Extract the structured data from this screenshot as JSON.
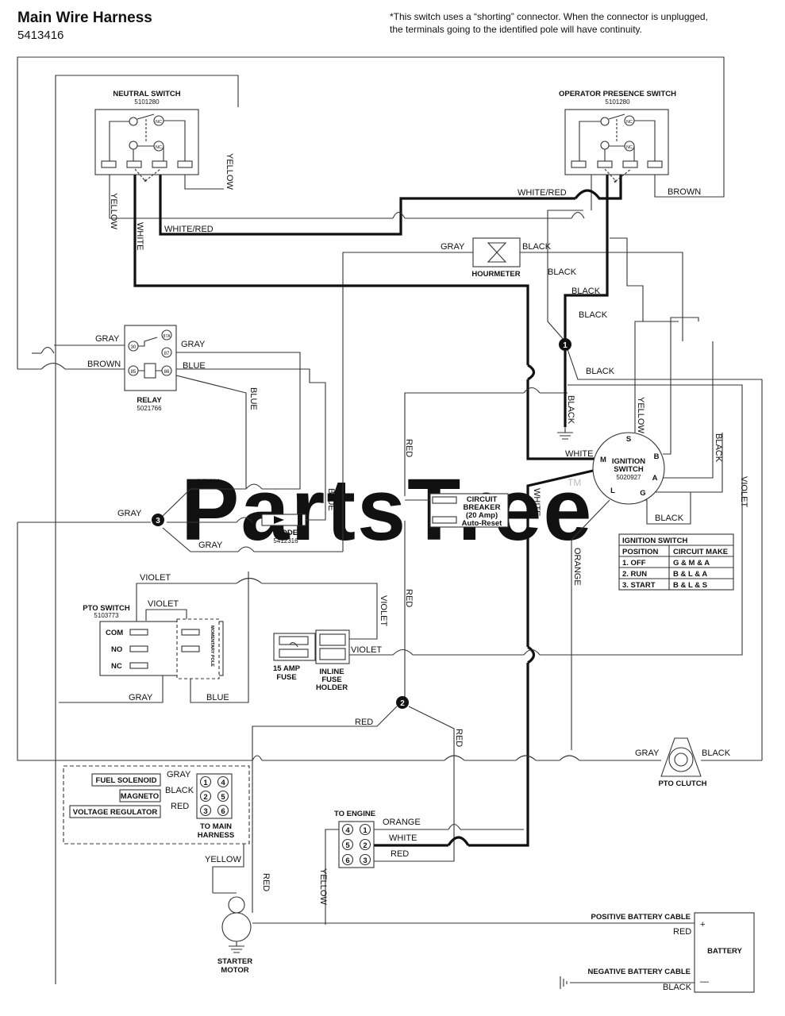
{
  "header": {
    "title": "Main Wire Harness",
    "part_number": "5413416",
    "note_line1": "*This switch uses a “shorting” connector. When the connector is unplugged,",
    "note_line2": "the terminals going to the identified pole will have continuity."
  },
  "watermark": {
    "text": "PartsTree",
    "tm": "TM"
  },
  "components": {
    "neutral_switch": {
      "name": "NEUTRAL SWITCH",
      "part": "5101280",
      "nc": "NC",
      "star": "*"
    },
    "operator_switch": {
      "name": "OPERATOR PRESENCE SWITCH",
      "part": "5101280",
      "nc": "NC",
      "star": "*"
    },
    "hourmeter": {
      "name": "HOURMETER"
    },
    "relay": {
      "name": "RELAY",
      "part": "5021766",
      "pins": [
        "30",
        "87A",
        "87",
        "85",
        "86"
      ]
    },
    "diode": {
      "name": "DIODE",
      "part": "5412316"
    },
    "circuit_breaker": {
      "line1": "CIRCUIT",
      "line2": "BREAKER",
      "line3": "(20 Amp)",
      "line4": "Auto-Reset"
    },
    "ignition_switch": {
      "line1": "IGNITION",
      "line2": "SWITCH",
      "part": "5020927",
      "terminals": {
        "s": "S",
        "m": "M",
        "b": "B",
        "a": "A",
        "l": "L",
        "g": "G"
      }
    },
    "pto_switch": {
      "name": "PTO SWITCH",
      "part": "5103773",
      "com": "COM",
      "no": "NO",
      "nc": "NC",
      "pole": "MOMENTARY POLE"
    },
    "fuse": {
      "line1": "15 AMP",
      "line2": "FUSE"
    },
    "inline_fuse": {
      "line1": "INLINE",
      "line2": "FUSE",
      "line3": "HOLDER"
    },
    "pto_clutch": {
      "name": "PTO CLUTCH"
    },
    "main_harness": {
      "fuel_solenoid": "FUEL SOLENOID",
      "magneto": "MAGNETO",
      "voltage_regulator": "VOLTAGE REGULATOR",
      "to_label1": "TO MAIN",
      "to_label2": "HARNESS",
      "pins": [
        "1",
        "4",
        "2",
        "5",
        "3",
        "6"
      ]
    },
    "engine": {
      "name": "TO ENGINE",
      "pins": [
        "4",
        "1",
        "5",
        "2",
        "6",
        "3"
      ]
    },
    "starter": {
      "line1": "STARTER",
      "line2": "MOTOR"
    },
    "battery": {
      "name": "BATTERY",
      "plus": "+",
      "minus": "—",
      "pos_cable": "POSITIVE BATTERY CABLE",
      "neg_cable": "NEGATIVE BATTERY CABLE"
    },
    "nodes": [
      "1",
      "2",
      "3"
    ]
  },
  "ignition_table": {
    "title": "IGNITION SWITCH",
    "headers": [
      "POSITION",
      "CIRCUIT MAKE"
    ],
    "rows": [
      [
        "1. OFF",
        "G & M & A"
      ],
      [
        "2. RUN",
        "B & L & A"
      ],
      [
        "3. START",
        "B & L & S"
      ]
    ]
  },
  "wire_labels": {
    "yellow": "YELLOW",
    "white": "WHITE",
    "white_red": "WHITE/RED",
    "brown": "BROWN",
    "gray": "GRAY",
    "black": "BLACK",
    "blue": "BLUE",
    "red": "RED",
    "violet": "VIOLET",
    "orange": "ORANGE"
  }
}
